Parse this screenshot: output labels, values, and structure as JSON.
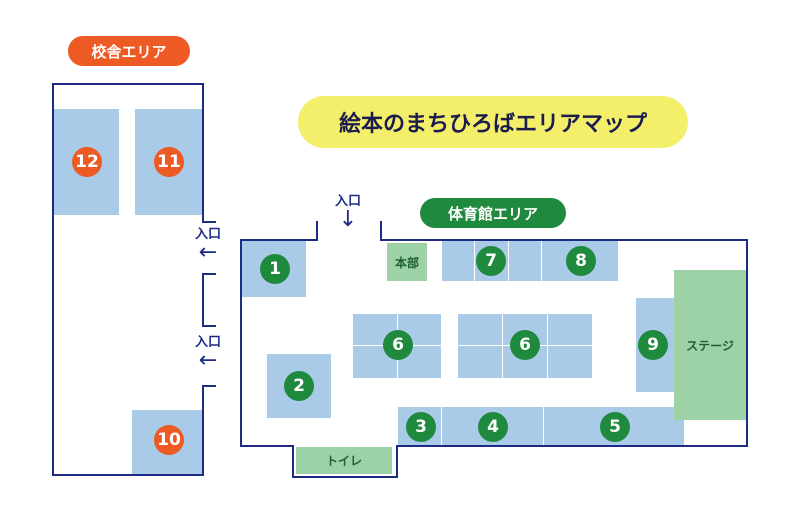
{
  "title": "絵本のまちひろばエリアマップ",
  "areas": {
    "school": "校舎エリア",
    "gym": "体育館エリア"
  },
  "entrances": {
    "label": "入口",
    "arrow_left": "←",
    "arrow_down": "↓"
  },
  "rooms": {
    "headquarters": "本部",
    "stage": "ステージ",
    "toilet": "トイレ"
  },
  "booths": [
    "1",
    "2",
    "3",
    "4",
    "5",
    "6",
    "7",
    "8",
    "9",
    "10",
    "11",
    "12"
  ],
  "colors": {
    "outline": "#1d2b85",
    "booth_blue": "#a9cbe8",
    "green_area": "#9dd1a6",
    "green_marker": "#1f8a3d",
    "orange_marker": "#ee5a24",
    "title_bg": "#f3ef6a"
  }
}
